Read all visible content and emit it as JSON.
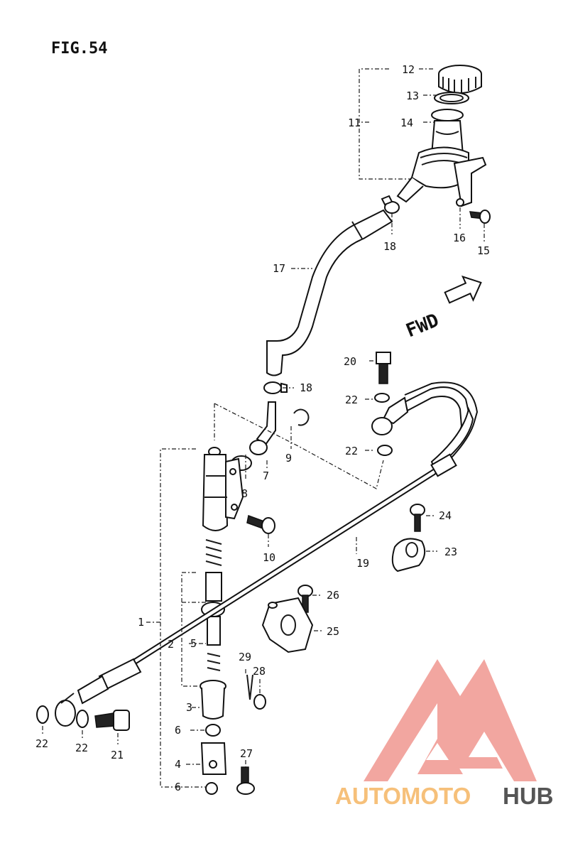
{
  "figure": {
    "title": "FIG.54"
  },
  "direction": {
    "label": "FWD"
  },
  "parts": [
    {
      "num": "1"
    },
    {
      "num": "2"
    },
    {
      "num": "3"
    },
    {
      "num": "4"
    },
    {
      "num": "5"
    },
    {
      "num": "6"
    },
    {
      "num": "6"
    },
    {
      "num": "7"
    },
    {
      "num": "8"
    },
    {
      "num": "9"
    },
    {
      "num": "10"
    },
    {
      "num": "11"
    },
    {
      "num": "12"
    },
    {
      "num": "13"
    },
    {
      "num": "14"
    },
    {
      "num": "15"
    },
    {
      "num": "16"
    },
    {
      "num": "17"
    },
    {
      "num": "18"
    },
    {
      "num": "18"
    },
    {
      "num": "19"
    },
    {
      "num": "20"
    },
    {
      "num": "21"
    },
    {
      "num": "22"
    },
    {
      "num": "22"
    },
    {
      "num": "22"
    },
    {
      "num": "22"
    },
    {
      "num": "23"
    },
    {
      "num": "24"
    },
    {
      "num": "25"
    },
    {
      "num": "26"
    },
    {
      "num": "27"
    },
    {
      "num": "28"
    },
    {
      "num": "29"
    }
  ],
  "logo": {
    "text_part1": "AUTOMOTO",
    "text_part2": "HUB",
    "accent": "#f2a6a0",
    "accent_text": "#f6c07a",
    "dark_text": "#555555"
  }
}
